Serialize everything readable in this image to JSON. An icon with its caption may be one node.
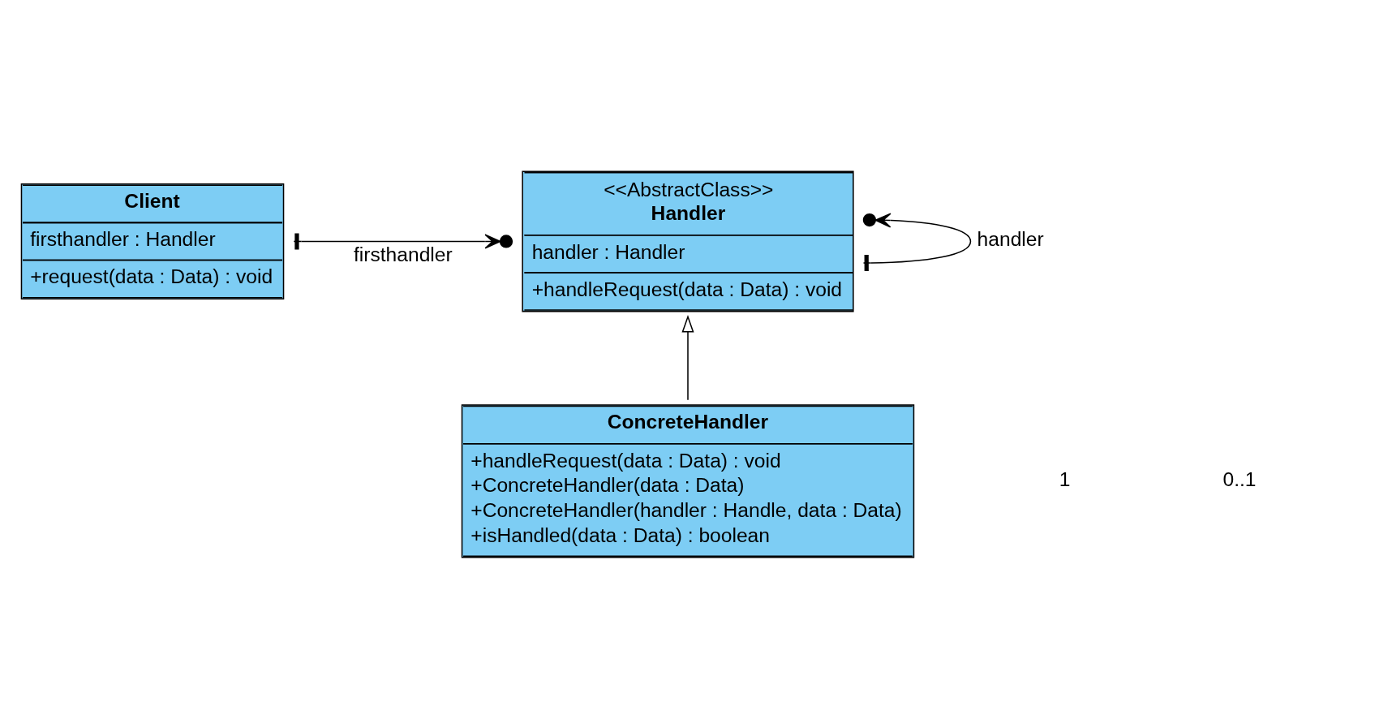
{
  "diagram": {
    "nodes": [
      {
        "text": [
          "Client",
          "firsthandler : Handler",
          "+request(data : Data) : void"
        ]
      },
      {
        "text": [
          "<<AbstractClass>>",
          "Handler",
          "handler : Handler",
          "+handleRequest(data : Data) : void"
        ]
      },
      {
        "text": [
          "ConcreteHandler",
          "+handleRequest(data : Data) : void",
          "+ConcreteHandler(data : Data)",
          "+ConcreteHandler(handler : Handle, data : Data)",
          "+isHandled(data : Data) : boolean"
        ]
      }
    ],
    "edges": [
      {
        "from": 0,
        "to": 1,
        "arrow": "to",
        "label": "firsthandler"
      },
      {
        "from": 1,
        "to": 1,
        "arrow": "to",
        "label": "handler"
      },
      {
        "from": 2,
        "to": 1,
        "arrow": "to"
      }
    ],
    "labels": [
      "1",
      "0..1"
    ]
  }
}
